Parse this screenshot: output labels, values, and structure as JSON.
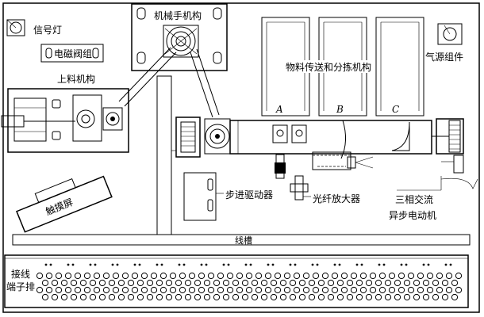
{
  "labels": {
    "signal_lamp": "信号灯",
    "solenoid_valve_group": "电磁阀组",
    "manipulator": "机械手机构",
    "conveyor_sorting": "物料传送和分拣机构",
    "air_source": "气源组件",
    "feeding": "上料机构",
    "slot_a": "A",
    "slot_b": "B",
    "slot_c": "C",
    "touch_screen": "触摸屏",
    "stepper_driver": "步进驱动器",
    "fiber_amplifier": "光纤放大器",
    "motor_line1": "三相交流",
    "motor_line2": "异步电动机",
    "wire_trough": "线槽",
    "terminal_line1": "接线",
    "terminal_line2": "端子排"
  }
}
